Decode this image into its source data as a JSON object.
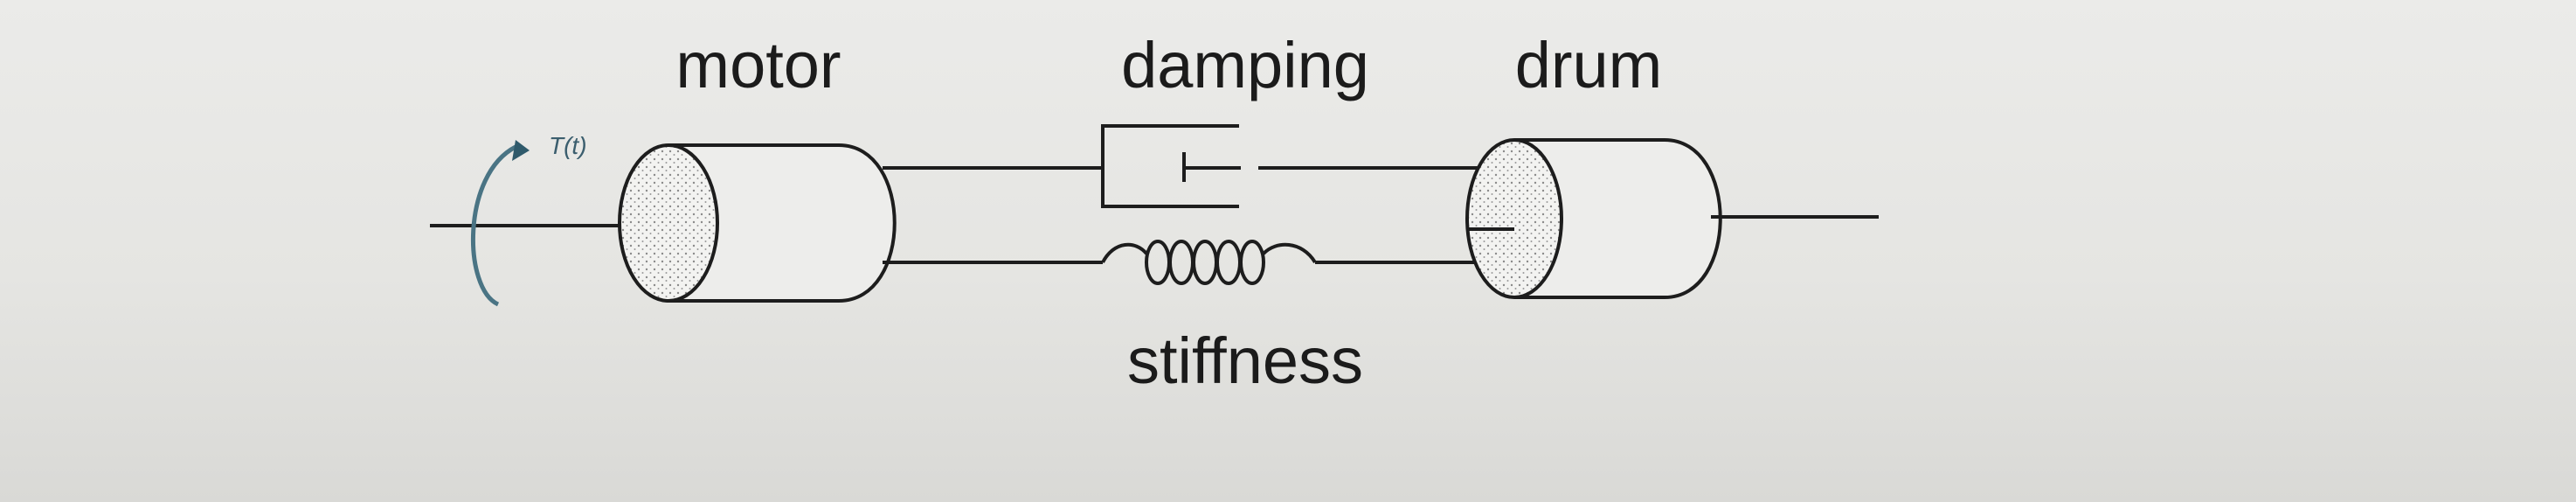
{
  "diagram": {
    "labels": {
      "motor": "motor",
      "damping": "damping",
      "drum": "drum",
      "stiffness": "stiffness",
      "torque": "T(t)"
    },
    "colors": {
      "line": "#1d1d1d",
      "torque_arrow": "#4a7484",
      "fill_dots": "#8a8a8a",
      "background": "#e6e6e3"
    }
  }
}
